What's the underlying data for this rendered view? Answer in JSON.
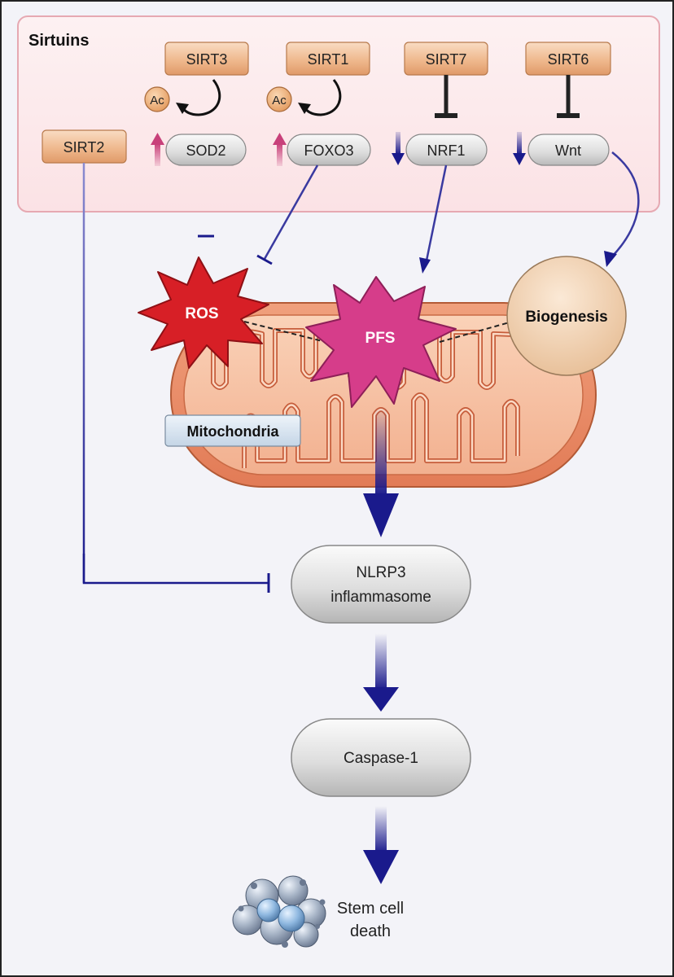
{
  "panel": {
    "title": "Sirtuins"
  },
  "sirtuins": {
    "sirt3": "SIRT3",
    "sirt1": "SIRT1",
    "sirt7": "SIRT7",
    "sirt6": "SIRT6",
    "sirt2": "SIRT2"
  },
  "acetyl": {
    "left": "Ac",
    "right": "Ac"
  },
  "targets": {
    "sod2": "SOD2",
    "foxo3": "FOXO3",
    "nrf1": "NRF1",
    "wnt": "Wnt"
  },
  "mito": {
    "ros": "ROS",
    "pfs": "PFS",
    "biogenesis": "Biogenesis",
    "label": "Mitochondria"
  },
  "cascade": {
    "nlrp3_line1": "NLRP3",
    "nlrp3_line2": "inflammasome",
    "caspase": "Caspase-1",
    "death_line1": "Stem cell",
    "death_line2": "death"
  },
  "colors": {
    "navy": "#1a1a8c",
    "up_arrow": "#c8407a",
    "sirt_box": "#e9a877",
    "ros": "#d71f26",
    "pfs": "#d63d8a",
    "mito": "#e78b67",
    "panel": "#fbe7ea"
  }
}
